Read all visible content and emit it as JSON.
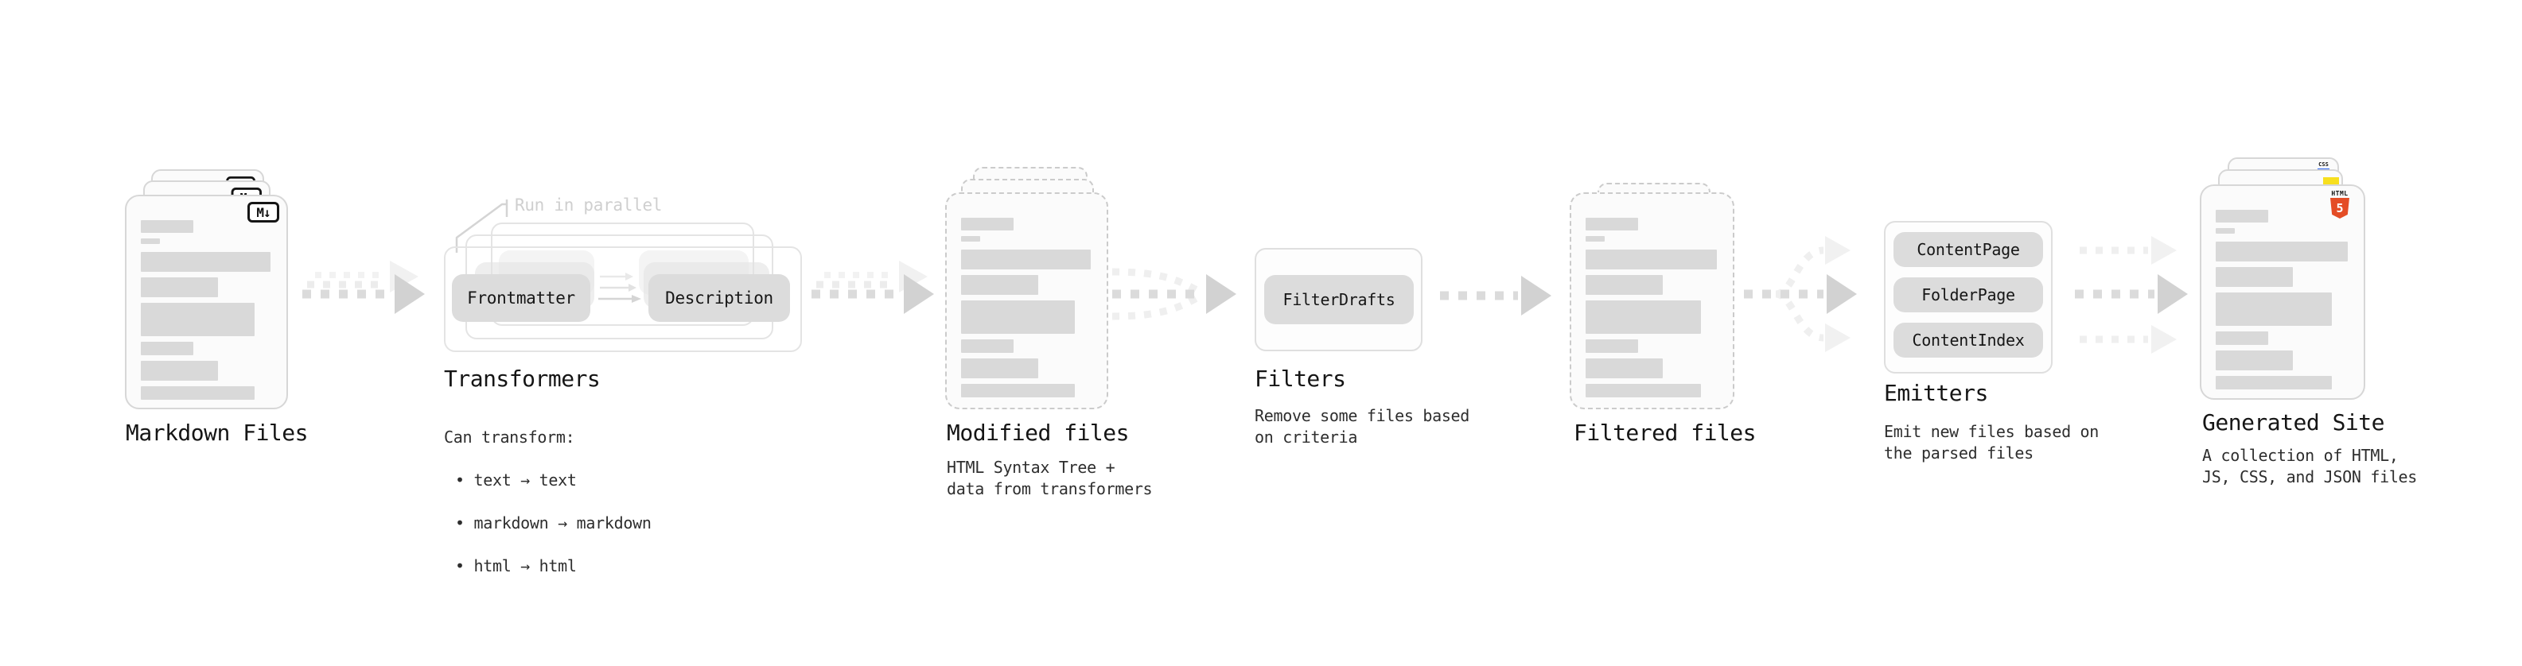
{
  "diagram": {
    "stages": {
      "markdown": {
        "title": "Markdown Files"
      },
      "transformers": {
        "title": "Transformers",
        "note": "Run in parallel",
        "pills": {
          "input": "Frontmatter",
          "output": "Description"
        },
        "caption": "Can transform:",
        "bullets": [
          "• text → text",
          "• markdown → markdown",
          "• html → html"
        ]
      },
      "modified": {
        "title": "Modified files",
        "caption": "HTML Syntax Tree +\ndata from transformers"
      },
      "filters": {
        "title": "Filters",
        "pill": "FilterDrafts",
        "caption": "Remove some files based\non criteria"
      },
      "filtered": {
        "title": "Filtered files"
      },
      "emitters": {
        "title": "Emitters",
        "pills": [
          "ContentPage",
          "FolderPage",
          "ContentIndex"
        ],
        "caption": "Emit new files based on\nthe parsed files"
      },
      "generated": {
        "title": "Generated Site",
        "caption": "A collection of HTML,\nJS, CSS, and JSON files"
      }
    },
    "icons": {
      "markdown_badge": "M↓",
      "html5_text": "HTML",
      "html5_numeral": "5",
      "css_text": "CSS"
    },
    "colors": {
      "html5_orange": "#e44d26",
      "js_yellow": "#f7df1e",
      "css_blue": "#2962f1",
      "placeholder_gray": "#d9d9d9",
      "arrow_gray": "#d2d2d2",
      "dash_gray": "#dbdbdb",
      "note_gray": "#cfcfcf"
    }
  }
}
